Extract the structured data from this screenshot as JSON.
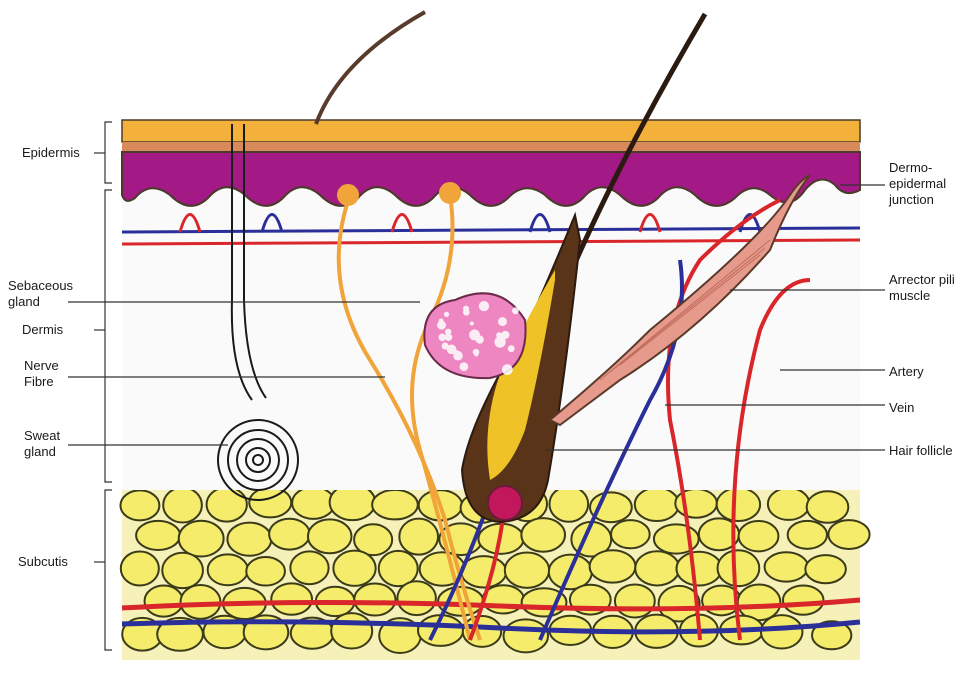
{
  "labels": {
    "epidermis": "Epidermis",
    "sebaceous_gland": "Sebaceous\ngland",
    "dermis": "Dermis",
    "nerve_fibre": "Nerve\nFibre",
    "sweat_gland": "Sweat\ngland",
    "subcutis": "Subcutis",
    "dermo_epidermal_junction": "Dermo-\nepidermal\njunction",
    "arrector_pili_muscle": "Arrector pili\nmuscle",
    "artery": "Artery",
    "vein": "Vein",
    "hair_follicle": "Hair follicle"
  },
  "colors": {
    "stratum_corneum": "#f3b13b",
    "epidermis": "#a31a86",
    "dermis_background": "#ffffff",
    "fat_cells": "#f4ec6a",
    "fat_outline": "#3b3b1a",
    "artery": "#d9262b",
    "vein": "#2b2f9a",
    "nerve": "#f0a43a",
    "hair": "#3b2418",
    "follicle_fill": "#efc227",
    "sebaceous": "#ee86c2",
    "muscle": "#e69a8c"
  }
}
